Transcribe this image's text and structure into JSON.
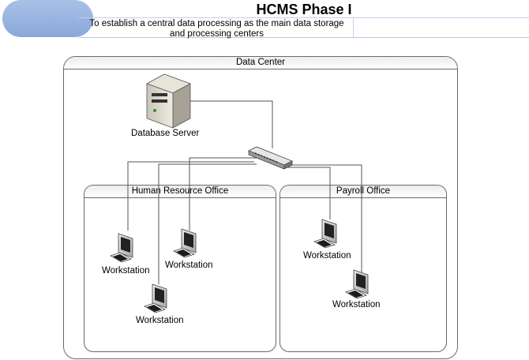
{
  "banner": {
    "title": "HCMS Phase I",
    "subtitle_line1": "To establish a central data processing as the main data storage",
    "subtitle_line2": "and processing centers"
  },
  "zones": {
    "data_center": "Data Center",
    "hr_office": "Human Resource Office",
    "payroll_office": "Payroll Office"
  },
  "nodes": {
    "server": "Database Server",
    "switch_icon": "network-switch-icon",
    "workstations": [
      "Workstation",
      "Workstation",
      "Workstation",
      "Workstation",
      "Workstation"
    ]
  },
  "colors": {
    "banner_accent": "#8aa7da",
    "zone_border": "#6a6a6a",
    "wire": "#555555"
  }
}
